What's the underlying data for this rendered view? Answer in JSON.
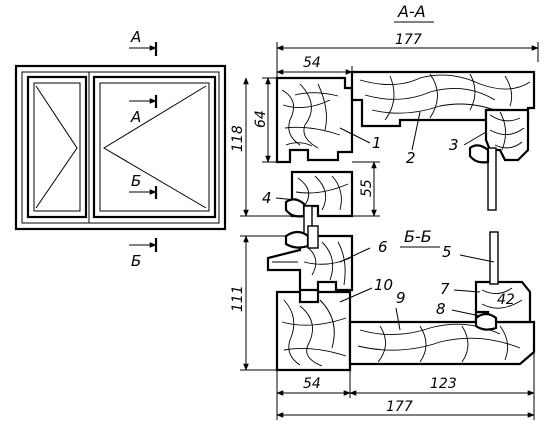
{
  "sections": {
    "aa": "А-А",
    "bb": "Б-Б"
  },
  "cut_marks": {
    "a_top": "А",
    "a_inner": "А",
    "b_inner": "Б",
    "b_bottom": "Б"
  },
  "dimensions": {
    "aa_total": "177",
    "aa_width": "54",
    "aa_height_64": "64",
    "aa_height_118": "118",
    "aa_gap_55": "55",
    "bb_height_111": "111",
    "bb_width_54": "54",
    "bb_width_123": "123",
    "bb_total": "177",
    "glass_42": "42"
  },
  "callouts": [
    "1",
    "2",
    "3",
    "4",
    "5",
    "6",
    "7",
    "8",
    "9",
    "10"
  ]
}
